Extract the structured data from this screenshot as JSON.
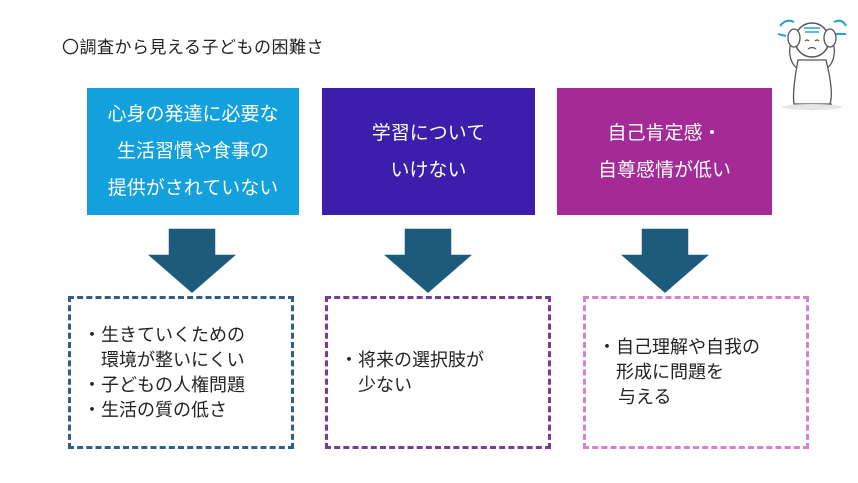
{
  "title": "〇調査から見える子どもの困難さ",
  "top_boxes": [
    {
      "lines": [
        "心身の発達に必要な",
        "生活習慣や食事の",
        "提供がされていない"
      ],
      "color": "#12a1dd"
    },
    {
      "lines": [
        "学習についていけない"
      ],
      "line1": "学習について",
      "line2": "いけない",
      "color": "#3b1eab"
    },
    {
      "lines": [
        "自己肯定感・",
        "自尊感情が低い"
      ],
      "color": "#a32a97"
    }
  ],
  "bottom_boxes": [
    {
      "lines": [
        "・生きていくための",
        "環境が整いにくい",
        "・子どもの人権問題",
        "・生活の質の低さ"
      ],
      "border_color": "#2d5f88"
    },
    {
      "lines": [
        "・将来の選択肢が",
        "少ない"
      ],
      "border_color": "#7a3a96"
    },
    {
      "lines": [
        "・自己理解や自我の",
        "形成に問題を",
        "与える"
      ],
      "border_color": "#d680cf"
    }
  ],
  "arrow_color": "#1d5b7c",
  "icons": {
    "figure": "distressed-person-icon",
    "arrow": "down-arrow-icon"
  }
}
